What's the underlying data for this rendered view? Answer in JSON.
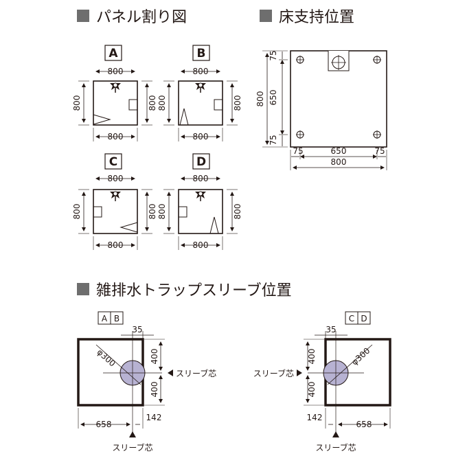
{
  "headings": {
    "panel": "パネル割り図",
    "floor": "床支持位置",
    "sleeve": "雑排水トラップスリーブ位置"
  },
  "colors": {
    "square": "#6e6e6e",
    "ink": "#231815",
    "sleeve_fill": "#b7b2d2"
  },
  "panels": {
    "a": {
      "label": "A",
      "top": "800",
      "bottom": "800",
      "left": "800",
      "right": "800"
    },
    "b": {
      "label": "B",
      "top": "800",
      "bottom": "800",
      "left": "800",
      "right": "800"
    },
    "c": {
      "label": "C",
      "top": "800",
      "bottom": "800",
      "left": "800",
      "right": "800"
    },
    "d": {
      "label": "D",
      "top": "800",
      "bottom": "800",
      "left": "800",
      "right": "800"
    }
  },
  "floor": {
    "top_75": "75",
    "mid_650": "650",
    "bot_75": "75",
    "total_800": "800",
    "bottom_75_left": "75",
    "bottom_650": "650",
    "bottom_75_right": "75",
    "bottom_800": "800"
  },
  "sleeve": {
    "ab": {
      "tag1": "A",
      "tag2": "B",
      "dim_35": "35",
      "diameter": "φ300",
      "dim_400_top": "400",
      "dim_400_bot": "400",
      "dim_658": "658",
      "dim_142": "142",
      "side_label": "スリーブ芯",
      "bottom_label": "スリーブ芯"
    },
    "cd": {
      "tag1": "C",
      "tag2": "D",
      "dim_35": "35",
      "diameter": "φ300",
      "dim_400_top": "400",
      "dim_400_bot": "400",
      "dim_142": "142",
      "dim_658": "658",
      "side_label": "スリーブ芯",
      "bottom_label": "スリーブ芯"
    }
  }
}
